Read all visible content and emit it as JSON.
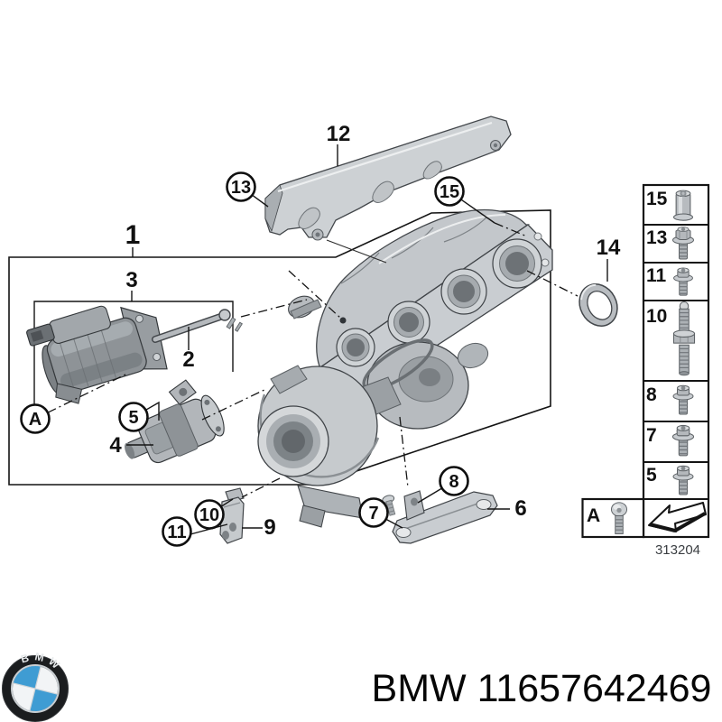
{
  "callouts": [
    {
      "label": "1",
      "circled": false
    },
    {
      "label": "2",
      "circled": false
    },
    {
      "label": "3",
      "circled": false
    },
    {
      "label": "4",
      "circled": false
    },
    {
      "label": "5",
      "circled": true
    },
    {
      "label": "6",
      "circled": false
    },
    {
      "label": "7",
      "circled": true
    },
    {
      "label": "8",
      "circled": true
    },
    {
      "label": "9",
      "circled": false
    },
    {
      "label": "10",
      "circled": true
    },
    {
      "label": "11",
      "circled": true
    },
    {
      "label": "12",
      "circled": false
    },
    {
      "label": "13",
      "circled": true
    },
    {
      "label": "14",
      "circled": false
    },
    {
      "label": "15",
      "circled": true
    },
    {
      "label": "A",
      "circled": true
    }
  ],
  "legend": {
    "rows": [
      {
        "label": "15",
        "icon": "rivet-nut-icon"
      },
      {
        "label": "13",
        "icon": "hex-flange-bolt-icon"
      },
      {
        "label": "11",
        "icon": "flange-torx-bolt-icon"
      },
      {
        "label": "10",
        "icon": "stud-bolt-icon"
      },
      {
        "label": "8",
        "icon": "torx-screw-icon"
      },
      {
        "label": "7",
        "icon": "torx-screw-icon"
      },
      {
        "label": "5",
        "icon": "torx-screw-icon"
      }
    ],
    "special_row": {
      "label": "A",
      "icon": "button-head-screw-icon"
    },
    "arrow_icon": "installation-direction-arrow",
    "diagram_code": "313204"
  },
  "footer": {
    "logo_text": "BMW",
    "part_title": "BMW 11657642469",
    "logo_blue": "#3f9cd3"
  }
}
